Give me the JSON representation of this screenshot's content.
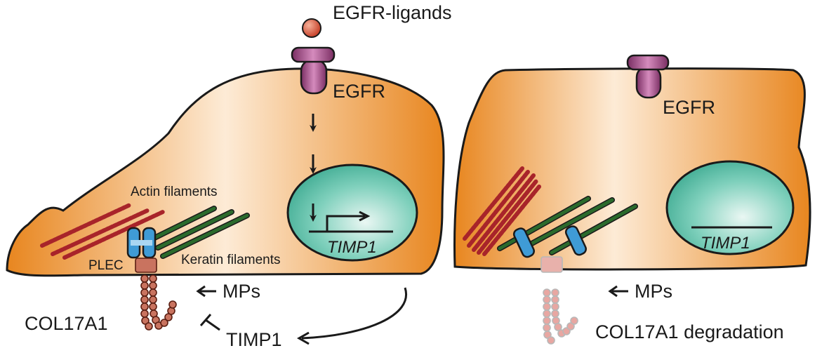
{
  "labels": {
    "egfr_ligands": "EGFR-ligands",
    "egfr_left": "EGFR",
    "egfr_right": "EGFR",
    "actin": "Actin filaments",
    "keratin": "Keratin filaments",
    "plec": "PLEC",
    "col17a1": "COL17A1",
    "mps_left": "MPs",
    "mps_right": "MPs",
    "timp1_secreted": "TIMP1",
    "timp1_gene_left": "TIMP1",
    "timp1_gene_right": "TIMP1",
    "col17a1_degradation": "COL17A1 degradation"
  },
  "colors": {
    "cell_edge": "#e8861f",
    "cell_center": "#fdebd6",
    "nucleus": "#4fbfa7",
    "receptor": "#a24a85",
    "ligand": "#c43a22",
    "actin": "#a8242a",
    "keratin": "#2b6a2c",
    "plectin": "#3f9bd6",
    "collagen": "#b9614d",
    "collagen_degraded": "#e8a7a2"
  }
}
